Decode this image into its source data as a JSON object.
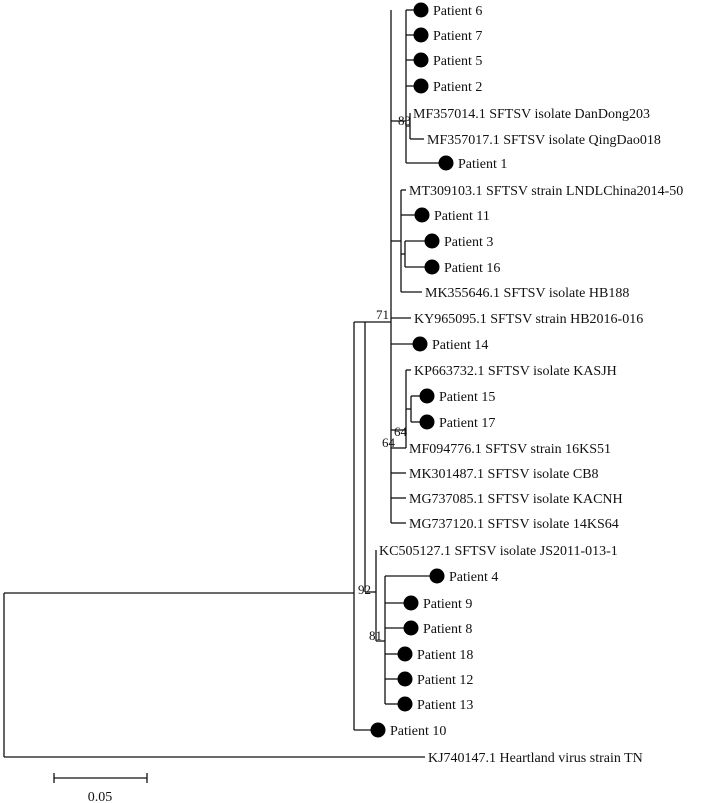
{
  "tree": {
    "leaves": [
      {
        "id": "p6",
        "label": "Patient 6",
        "marker": true
      },
      {
        "id": "p7",
        "label": "Patient 7",
        "marker": true
      },
      {
        "id": "p5",
        "label": "Patient 5",
        "marker": true
      },
      {
        "id": "p2",
        "label": "Patient 2",
        "marker": true
      },
      {
        "id": "mf357014",
        "label": "MF357014.1 SFTSV isolate DanDong203",
        "marker": false
      },
      {
        "id": "mf357017",
        "label": "MF357017.1 SFTSV  isolate QingDao018",
        "marker": false
      },
      {
        "id": "p1",
        "label": "Patient 1",
        "marker": true
      },
      {
        "id": "mt309103",
        "label": "MT309103.1 SFTSV strain LNDLChina2014-50",
        "marker": false
      },
      {
        "id": "p11",
        "label": "Patient 11",
        "marker": true
      },
      {
        "id": "p3",
        "label": "Patient 3",
        "marker": true
      },
      {
        "id": "p16",
        "label": "Patient 16",
        "marker": true
      },
      {
        "id": "mk355646",
        "label": "MK355646.1 SFTSV isolate HB188",
        "marker": false
      },
      {
        "id": "ky965095",
        "label": "KY965095.1 SFTSV strain HB2016-016",
        "marker": false
      },
      {
        "id": "p14",
        "label": "Patient 14",
        "marker": true
      },
      {
        "id": "kp663732",
        "label": "KP663732.1 SFTSV  isolate KASJH",
        "marker": false
      },
      {
        "id": "p15",
        "label": "Patient 15",
        "marker": true
      },
      {
        "id": "p17",
        "label": "Patient 17",
        "marker": true
      },
      {
        "id": "mf094776",
        "label": "MF094776.1 SFTSV strain 16KS51",
        "marker": false
      },
      {
        "id": "mk301487",
        "label": "MK301487.1 SFTSV isolate CB8",
        "marker": false
      },
      {
        "id": "mg737085",
        "label": "MG737085.1 SFTSV isolate KACNH",
        "marker": false
      },
      {
        "id": "mg737120",
        "label": "MG737120.1 SFTSV isolate 14KS64",
        "marker": false
      },
      {
        "id": "kc505127",
        "label": "KC505127.1 SFTSV  isolate JS2011-013-1",
        "marker": false
      },
      {
        "id": "p4",
        "label": "Patient 4",
        "marker": true
      },
      {
        "id": "p9",
        "label": "Patient 9",
        "marker": true
      },
      {
        "id": "p8",
        "label": "Patient 8",
        "marker": true
      },
      {
        "id": "p18",
        "label": "Patient 18",
        "marker": true
      },
      {
        "id": "p12",
        "label": "Patient 12",
        "marker": true
      },
      {
        "id": "p13",
        "label": "Patient 13",
        "marker": true
      },
      {
        "id": "p10",
        "label": "Patient 10",
        "marker": true
      },
      {
        "id": "kj740147",
        "label": "KJ740147.1 Heartland virus strain TN",
        "marker": false
      }
    ],
    "bootstrap": [
      {
        "id": "bs-83",
        "value": "83"
      },
      {
        "id": "bs-71",
        "value": "71"
      },
      {
        "id": "bs-64a",
        "value": "64"
      },
      {
        "id": "bs-64b",
        "value": "64"
      },
      {
        "id": "bs-92",
        "value": "92"
      },
      {
        "id": "bs-81",
        "value": "81"
      }
    ],
    "scale_bar": {
      "label": "0.05",
      "value": 0.05
    }
  }
}
